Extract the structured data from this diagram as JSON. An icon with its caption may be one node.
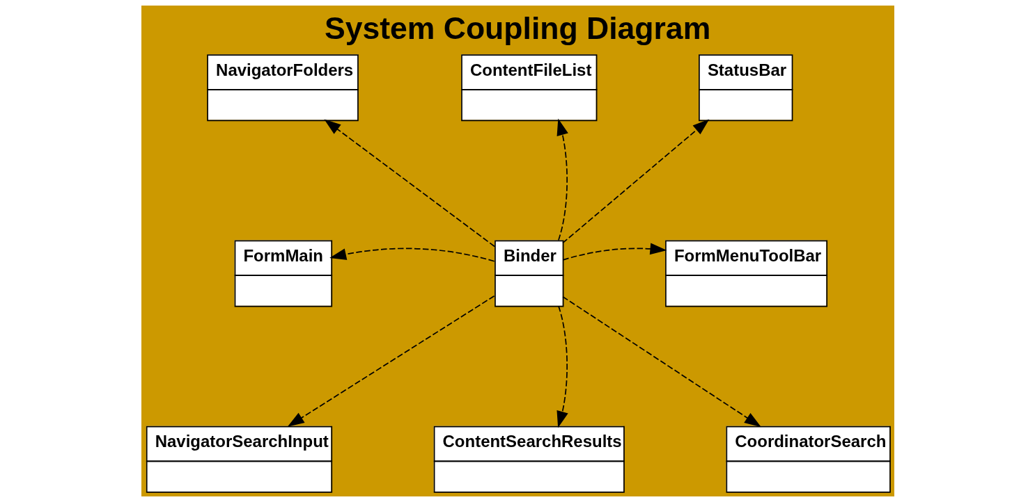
{
  "diagram": {
    "title": "System Coupling Diagram",
    "nodes": [
      {
        "text": [
          "NavigatorFolders"
        ]
      },
      {
        "text": [
          "ContentFileList"
        ]
      },
      {
        "text": [
          "StatusBar"
        ]
      },
      {
        "text": [
          "FormMain"
        ]
      },
      {
        "text": [
          "Binder"
        ]
      },
      {
        "text": [
          "FormMenuToolBar"
        ]
      },
      {
        "text": [
          "NavigatorSearchInput"
        ]
      },
      {
        "text": [
          "ContentSearchResults"
        ]
      },
      {
        "text": [
          "CoordinatorSearch"
        ]
      }
    ],
    "edges": [
      {
        "from": 4,
        "to": 0,
        "arrow": "to",
        "style": "dashed"
      },
      {
        "from": 4,
        "to": 1,
        "arrow": "to",
        "style": "dashed"
      },
      {
        "from": 4,
        "to": 2,
        "arrow": "to",
        "style": "dashed"
      },
      {
        "from": 4,
        "to": 3,
        "arrow": "to",
        "style": "dashed"
      },
      {
        "from": 4,
        "to": 5,
        "arrow": "to",
        "style": "dashed"
      },
      {
        "from": 4,
        "to": 6,
        "arrow": "to",
        "style": "dashed"
      },
      {
        "from": 4,
        "to": 7,
        "arrow": "to",
        "style": "dashed"
      },
      {
        "from": 4,
        "to": 8,
        "arrow": "to",
        "style": "dashed"
      }
    ]
  }
}
